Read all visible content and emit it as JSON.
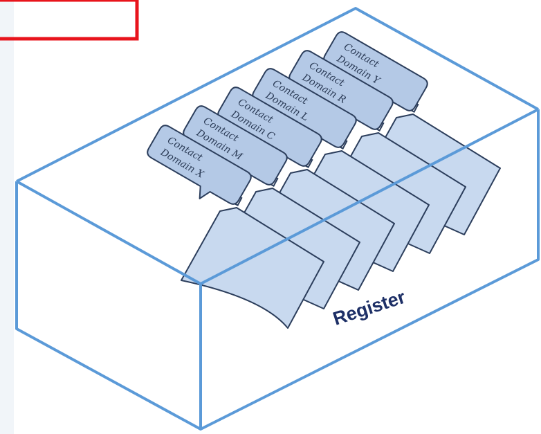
{
  "register_label": "Register",
  "colors": {
    "box_edge": "#5b9ad8",
    "card_fill": "#c8d9ef",
    "card_stroke": "#2c3e5c",
    "tab_fill": "#b4c9e6",
    "highlight": "#e8141c",
    "label_text": "#1d2f66"
  },
  "tabs": [
    {
      "line1": "Contact",
      "line2": "Domain Y"
    },
    {
      "line1": "Contact",
      "line2": "Domain R"
    },
    {
      "line1": "Contact",
      "line2": "Domain L"
    },
    {
      "line1": "Contact",
      "line2": "Domain C"
    },
    {
      "line1": "Contact",
      "line2": "Domain M"
    },
    {
      "line1": "Contact",
      "line2": "Domain X"
    }
  ]
}
